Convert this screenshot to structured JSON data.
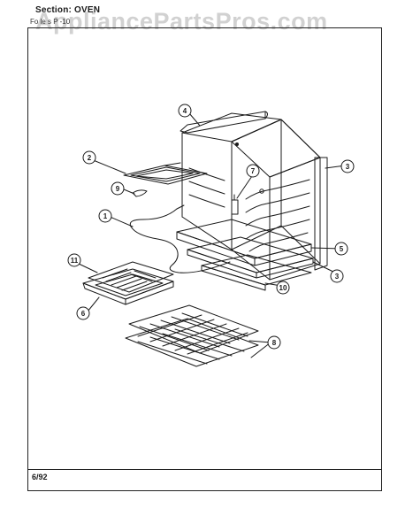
{
  "header": {
    "section_label": "Section:  OVEN",
    "sub_label": "Fo le s   P  -10"
  },
  "watermark": "AppliancePartsPros.com",
  "footer": {
    "date": "6/92"
  },
  "diagram": {
    "callouts": [
      {
        "id": "c1",
        "label": "1"
      },
      {
        "id": "c2",
        "label": "2"
      },
      {
        "id": "c3a",
        "label": "3"
      },
      {
        "id": "c3b",
        "label": "3"
      },
      {
        "id": "c4",
        "label": "4"
      },
      {
        "id": "c5",
        "label": "5"
      },
      {
        "id": "c6",
        "label": "6"
      },
      {
        "id": "c7",
        "label": "7"
      },
      {
        "id": "c8",
        "label": "8"
      },
      {
        "id": "c9",
        "label": "9"
      },
      {
        "id": "c10",
        "label": "10"
      },
      {
        "id": "c11",
        "label": "11"
      }
    ]
  }
}
